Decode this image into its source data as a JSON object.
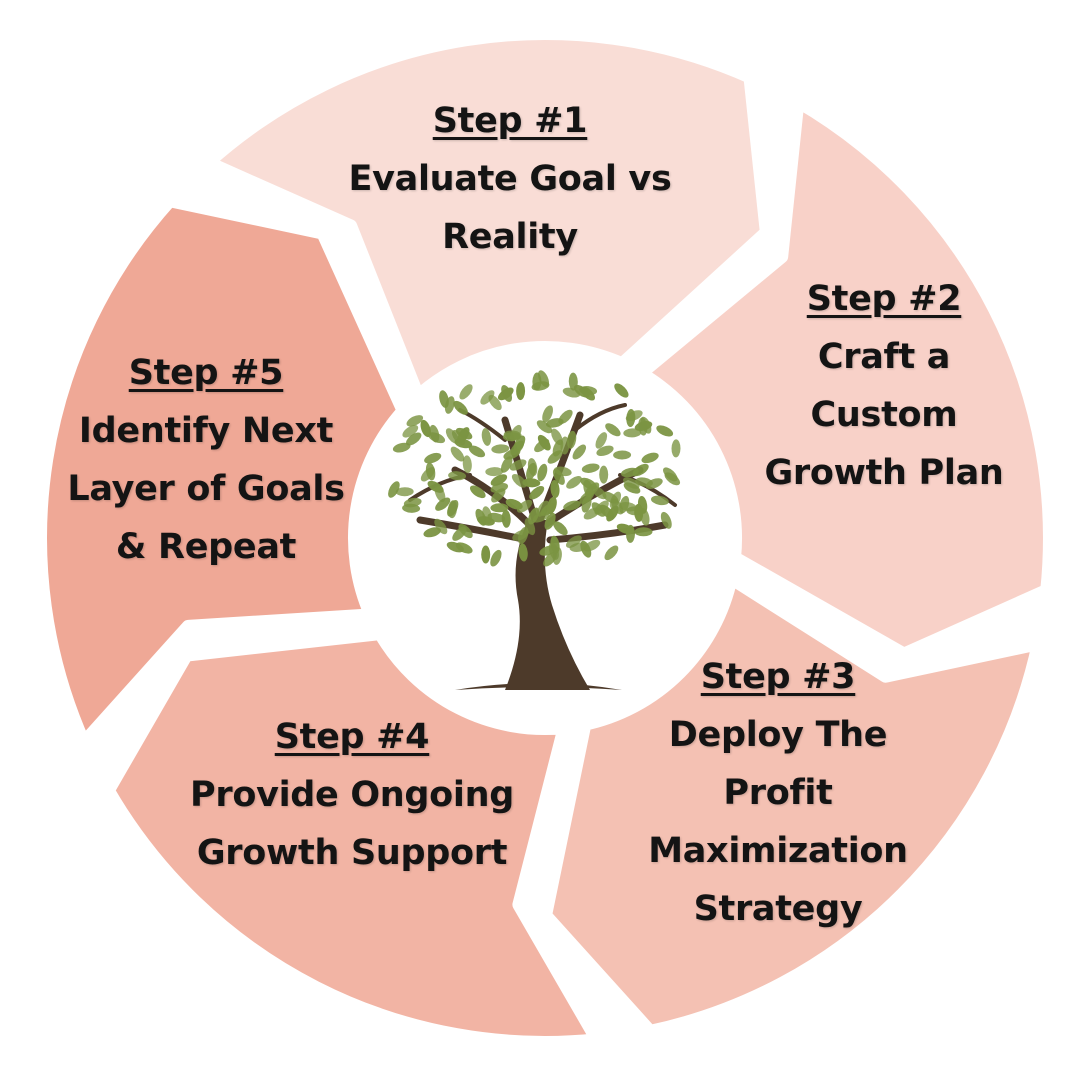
{
  "colors": {
    "background": "#ffffff",
    "segment_1": "#f9ddd6",
    "segment_2": "#f8d1c8",
    "segment_3": "#f4c1b3",
    "segment_4": "#f2b4a4",
    "segment_5": "#efa896",
    "text": "#141414",
    "tree_trunk": "#4d3a2a",
    "tree_leaves": "#7b9442"
  },
  "icon": "tree-icon",
  "steps": [
    {
      "step": "Step #1",
      "lines": [
        "Evaluate Goal vs",
        "Reality"
      ]
    },
    {
      "step": "Step #2",
      "lines": [
        "Craft a",
        "Custom",
        "Growth Plan"
      ]
    },
    {
      "step": "Step #3",
      "lines": [
        "Deploy The",
        "Profit",
        "Maximization",
        "Strategy"
      ]
    },
    {
      "step": "Step #4",
      "lines": [
        "Provide Ongoing",
        "Growth Support"
      ]
    },
    {
      "step": "Step #5",
      "lines": [
        "Identify Next",
        "Layer of Goals",
        "& Repeat"
      ]
    }
  ]
}
